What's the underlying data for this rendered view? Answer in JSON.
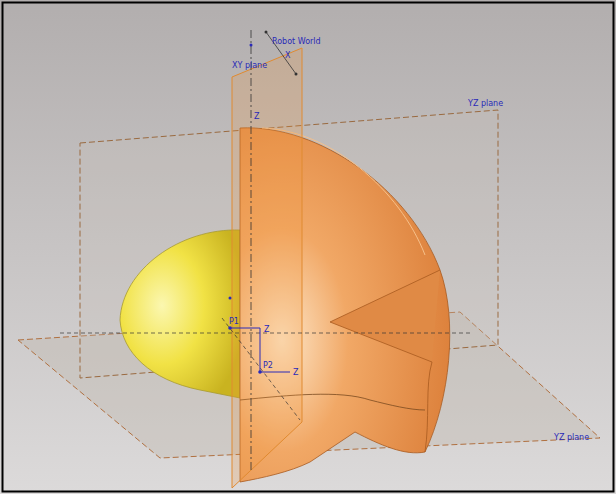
{
  "diagram": {
    "labels": [
      "Robot World",
      "X",
      "XY plane",
      "Z",
      "YZ plane",
      "P1",
      "Z",
      "P2",
      "Z",
      "YZ plane"
    ]
  }
}
